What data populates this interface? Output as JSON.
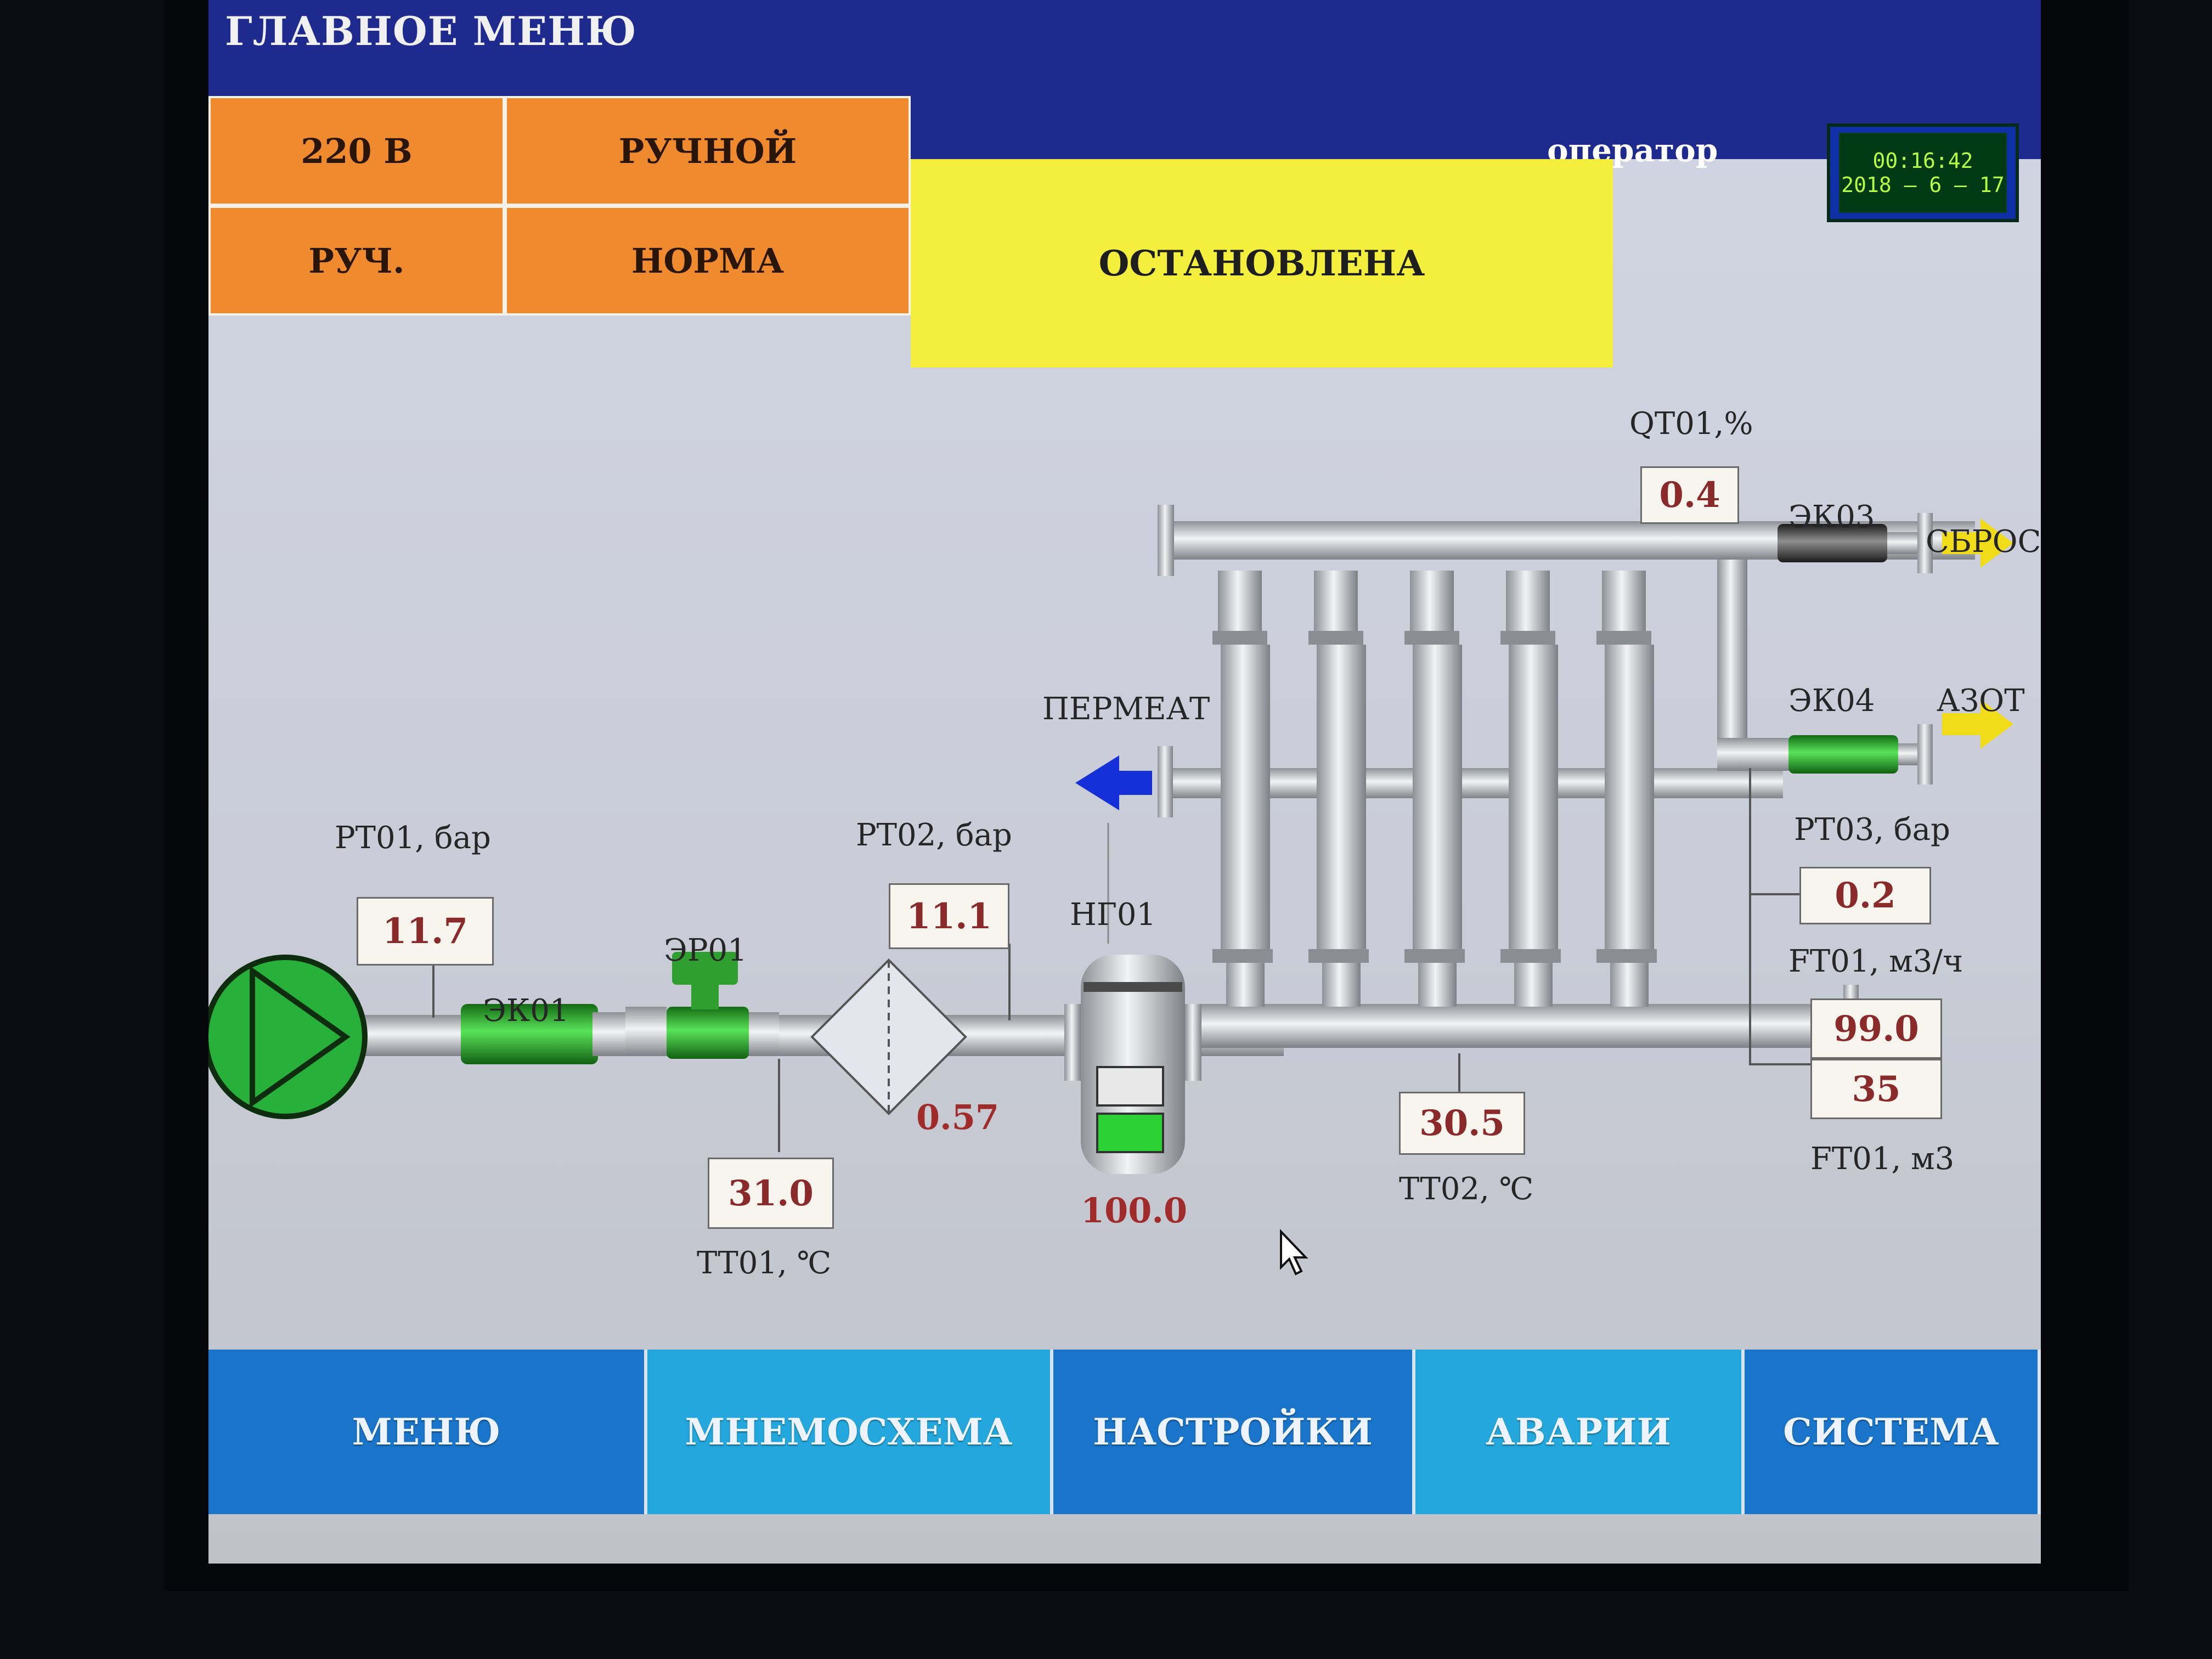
{
  "window": {
    "title": "ГЛАВНОЕ МЕНЮ"
  },
  "status": {
    "voltage": "220 В",
    "mode": "РУЧНОЙ",
    "control": "РУЧ.",
    "condition": "НОРМА",
    "state": "ОСТАНОВЛЕНА"
  },
  "user": {
    "role": "оператор"
  },
  "clock": {
    "time": "00:16:42",
    "date": "2018 – 6 – 17"
  },
  "diagram": {
    "pt01": {
      "label": "PT01, бар",
      "value": "11.7"
    },
    "pt02": {
      "label": "PT02, бар",
      "value": "11.1"
    },
    "pt03": {
      "label": "PT03, бар",
      "value": "0.2"
    },
    "tt01": {
      "label": "TT01, ℃",
      "value": "31.0"
    },
    "tt02": {
      "label": "TT02, ℃",
      "value": "30.5"
    },
    "qt01": {
      "label": "QT01,%",
      "value": "0.4"
    },
    "ft01_rate": {
      "label": "FT01, м3/ч",
      "value": "99.0"
    },
    "ft01_total": {
      "label": "FT01, м3",
      "value": "35"
    },
    "ek01": "ЭК01",
    "er01": "ЭР01",
    "ek03": "ЭК03",
    "ek04": "ЭК04",
    "ng01": {
      "label": "НГ01",
      "value": "100.0"
    },
    "dp_value": "0.57",
    "permeate": "ПЕРМЕАТ",
    "discharge": "СБРОС",
    "nitrogen": "АЗОТ",
    "colors": {
      "valve_open": "#2fb32f",
      "valve_closed": "#3a3a3a",
      "flow_permeate": "#1530d8",
      "flow_out": "#f0dc18",
      "pump_running": "#27b03a"
    }
  },
  "nav": {
    "menu": "МЕНЮ",
    "scheme": "МНЕМОСХЕМА",
    "settings": "НАСТРОЙКИ",
    "alarms": "АВАРИИ",
    "system": "СИСТЕМА"
  }
}
